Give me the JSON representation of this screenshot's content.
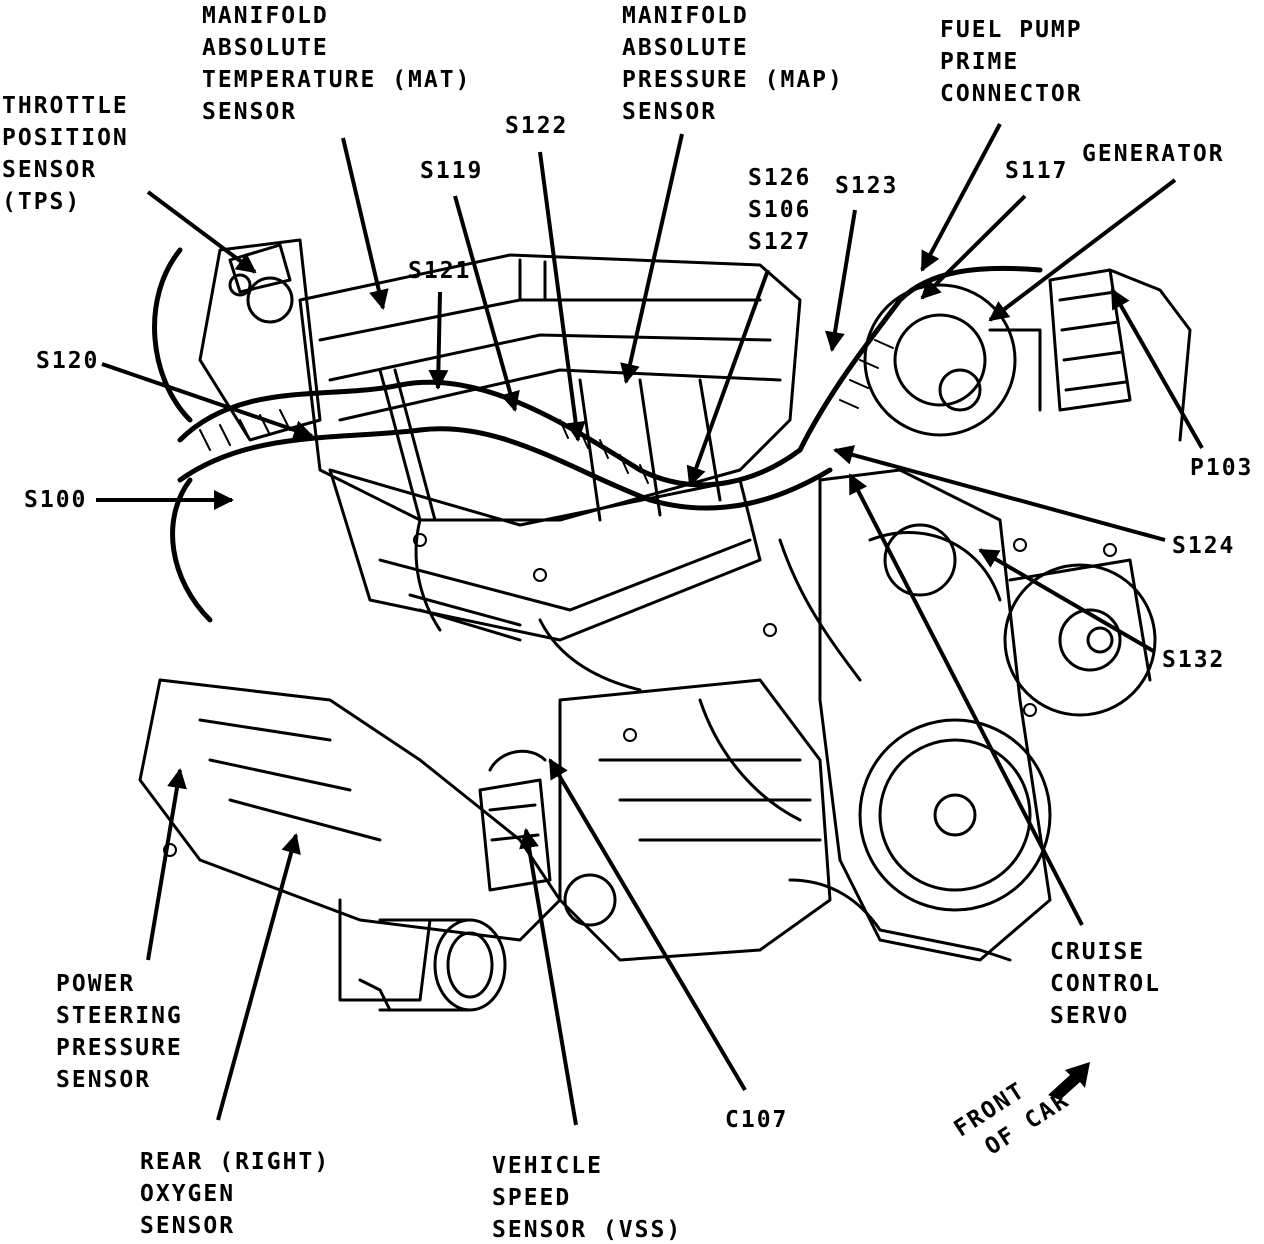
{
  "labels": {
    "tps": [
      "THROTTLE",
      "POSITION",
      "SENSOR",
      "(TPS)"
    ],
    "mat": [
      "MANIFOLD",
      "ABSOLUTE",
      "TEMPERATURE (MAT)",
      "SENSOR"
    ],
    "map": [
      "MANIFOLD",
      "ABSOLUTE",
      "PRESSURE (MAP)",
      "SENSOR"
    ],
    "fuel_pump": [
      "FUEL PUMP",
      "PRIME",
      "CONNECTOR"
    ],
    "generator": "GENERATOR",
    "s122": "S122",
    "s119": "S119",
    "s121": "S121",
    "s126_group": [
      "S126",
      "S106",
      "S127"
    ],
    "s123": "S123",
    "s117": "S117",
    "s120": "S120",
    "s100": "S100",
    "p103": "P103",
    "s124": "S124",
    "s132": "S132",
    "cruise": [
      "CRUISE",
      "CONTROL",
      "SERVO"
    ],
    "power_steering": [
      "POWER",
      "STEERING",
      "PRESSURE",
      "SENSOR"
    ],
    "oxygen": [
      "REAR (RIGHT)",
      "OXYGEN",
      "SENSOR"
    ],
    "vss": [
      "VEHICLE",
      "SPEED",
      "SENSOR (VSS)"
    ],
    "c107": "C107",
    "front": [
      "FRONT",
      "OF CAR"
    ]
  }
}
